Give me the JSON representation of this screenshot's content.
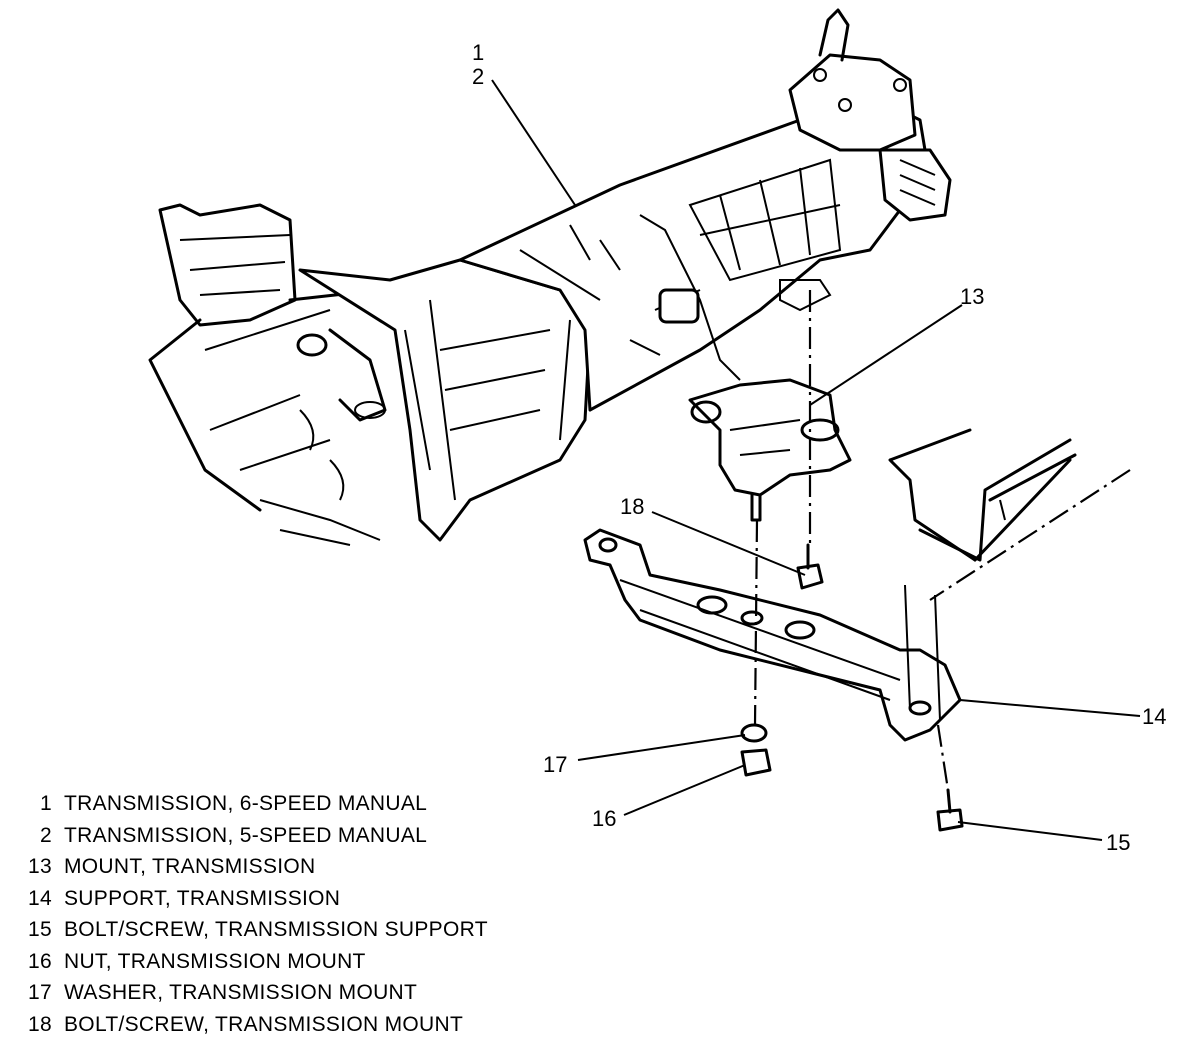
{
  "callouts": [
    {
      "id": "1",
      "text": "1"
    },
    {
      "id": "2",
      "text": "2"
    },
    {
      "id": "13",
      "text": "13"
    },
    {
      "id": "18",
      "text": "18"
    },
    {
      "id": "14",
      "text": "14"
    },
    {
      "id": "17",
      "text": "17"
    },
    {
      "id": "16",
      "text": "16"
    },
    {
      "id": "15",
      "text": "15"
    }
  ],
  "legend": [
    {
      "num": "1",
      "text": "TRANSMISSION, 6-SPEED MANUAL"
    },
    {
      "num": "2",
      "text": "TRANSMISSION, 5-SPEED MANUAL"
    },
    {
      "num": "13",
      "text": "MOUNT, TRANSMISSION"
    },
    {
      "num": "14",
      "text": "SUPPORT, TRANSMISSION"
    },
    {
      "num": "15",
      "text": "BOLT/SCREW, TRANSMISSION SUPPORT"
    },
    {
      "num": "16",
      "text": "NUT, TRANSMISSION MOUNT"
    },
    {
      "num": "17",
      "text": "WASHER, TRANSMISSION MOUNT"
    },
    {
      "num": "18",
      "text": "BOLT/SCREW, TRANSMISSION MOUNT"
    }
  ]
}
